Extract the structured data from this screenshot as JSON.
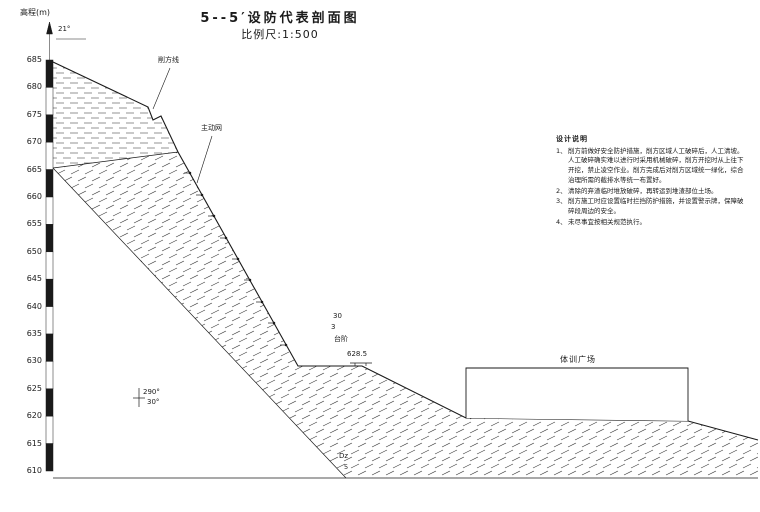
{
  "title": {
    "main": "5--5′设防代表剖面图",
    "scale": "比例尺:1:500"
  },
  "axis": {
    "label": "高程(m)",
    "ticks": [
      "685",
      "680",
      "675",
      "670",
      "665",
      "660",
      "655",
      "650",
      "645",
      "640",
      "635",
      "630",
      "625",
      "620",
      "615",
      "610"
    ]
  },
  "labels": {
    "slope_angle": "21°",
    "cut_line": "削方线",
    "active_net": "主动网",
    "bench_count": "30",
    "bench_num": "3",
    "bench_word": "台阶",
    "bench_elev": "628.5",
    "plaza": "体训广场",
    "attitude_strike": "290°",
    "attitude_dip": "30°",
    "geo_unit": "Dz",
    "geo_unit_sub": "5"
  },
  "notes": {
    "heading": "设计说明",
    "items": [
      {
        "no": "1、",
        "text": "削方前做好安全防护措施，削方区域人工破碎后，人工清坡。人工破碎确实难以进行时采用机械破碎，削方开挖时从上往下开挖，禁止凌空作业。削方完成后对削方区域统一绿化，综合治理所需的截排水等统一布置好。"
      },
      {
        "no": "2、",
        "text": "清除的弃渣临时堆放破碎，再转运到堆渣部位土场。"
      },
      {
        "no": "3、",
        "text": "削方施工时应设置临时拦挡防护措施，并设置警示牌，保障破碎段周边的安全。"
      },
      {
        "no": "4、",
        "text": "未尽事宜按相关规范执行。"
      }
    ]
  },
  "colors": {
    "line": "#1a1a1a",
    "hatch": "#3a3a3a",
    "background": "#ffffff"
  }
}
